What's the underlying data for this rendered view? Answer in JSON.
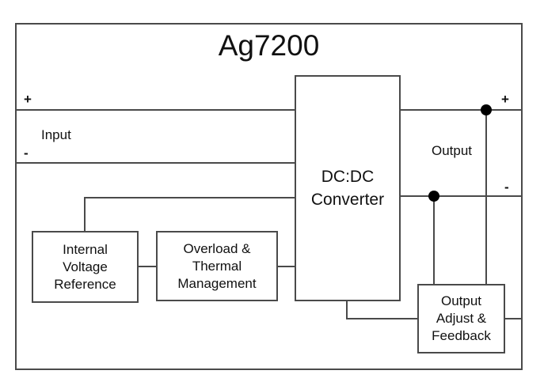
{
  "diagram": {
    "title": "Ag7200",
    "blocks": {
      "internal_voltage_reference": {
        "label": "Internal\nVoltage\nReference"
      },
      "overload_thermal_management": {
        "label": "Overload &\nThermal\nManagement"
      },
      "dcdc_converter": {
        "label": "DC:DC\nConverter"
      },
      "output_adjust_feedback": {
        "label": "Output\nAdjust &\nFeedback"
      }
    },
    "ports": {
      "input": {
        "plus": "+",
        "label": "Input",
        "minus": "-"
      },
      "output": {
        "plus": "+",
        "label": "Output",
        "minus": "-"
      }
    },
    "colors": {
      "wire": "#4a4a4a",
      "junction_dot": "#000000",
      "text": "#111111",
      "background": "#ffffff"
    }
  }
}
